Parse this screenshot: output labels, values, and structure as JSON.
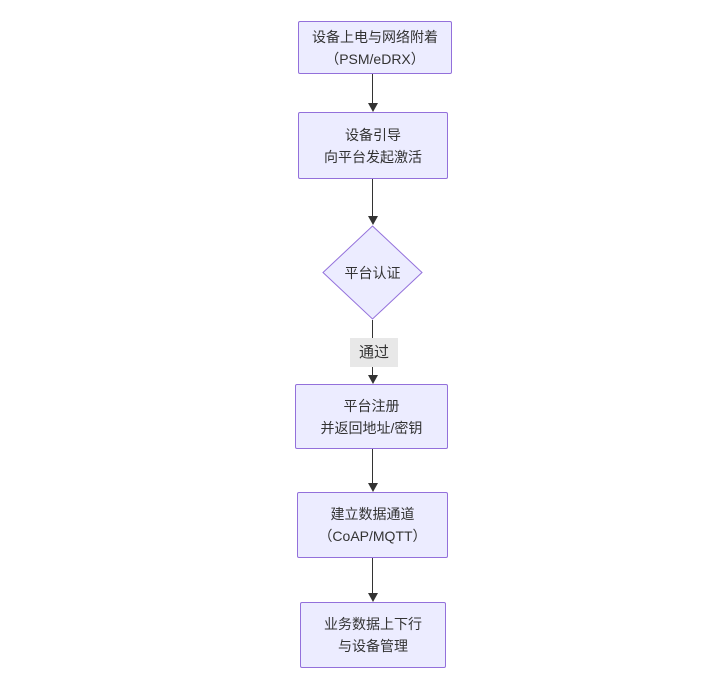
{
  "diagram": {
    "type": "flowchart",
    "direction": "top-down",
    "nodes": [
      {
        "id": "A",
        "shape": "rect",
        "lines": [
          "设备上电与网络附着",
          "（PSM/eDRX）"
        ]
      },
      {
        "id": "B",
        "shape": "rect",
        "lines": [
          "设备引导",
          "向平台发起激活"
        ]
      },
      {
        "id": "C",
        "shape": "diamond",
        "lines": [
          "平台认证"
        ]
      },
      {
        "id": "D",
        "shape": "rect",
        "lines": [
          "平台注册",
          "并返回地址/密钥"
        ]
      },
      {
        "id": "E",
        "shape": "rect",
        "lines": [
          "建立数据通道",
          "（CoAP/MQTT）"
        ]
      },
      {
        "id": "F",
        "shape": "rect",
        "lines": [
          "业务数据上下行",
          "与设备管理"
        ]
      }
    ],
    "edges": [
      {
        "from": "A",
        "to": "B",
        "label": ""
      },
      {
        "from": "B",
        "to": "C",
        "label": ""
      },
      {
        "from": "C",
        "to": "D",
        "label": "通过"
      },
      {
        "from": "D",
        "to": "E",
        "label": ""
      },
      {
        "from": "E",
        "to": "F",
        "label": ""
      }
    ],
    "colors": {
      "node_fill": "#ECECFF",
      "node_border": "#9370DB",
      "text": "#333333",
      "edge_line": "#333333",
      "edge_label_bg": "#e8e8e8",
      "background": "#ffffff"
    }
  }
}
